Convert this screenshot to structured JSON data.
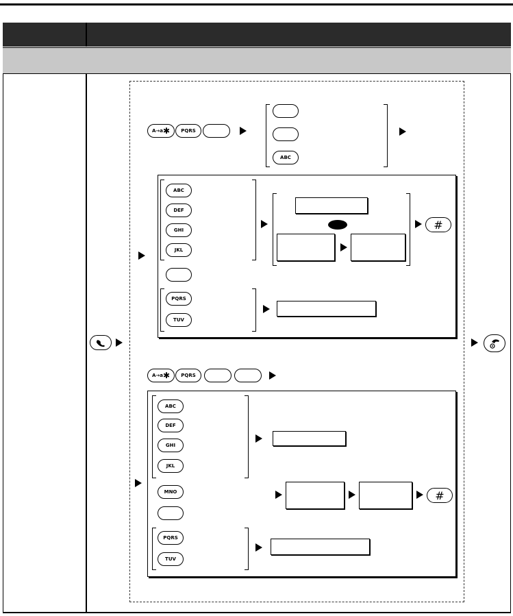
{
  "keys": {
    "a_star": "A→a",
    "pqrs": "PQRS",
    "abc": "ABC",
    "def": "DEF",
    "ghi": "GHI",
    "jkl": "JKL",
    "mno": "MNO",
    "tuv": "TUV",
    "hash": "#",
    "star": "✱"
  },
  "icons": {
    "off_hook": "handset-off-hook-icon",
    "on_hook": "handset-on-hook-icon"
  }
}
